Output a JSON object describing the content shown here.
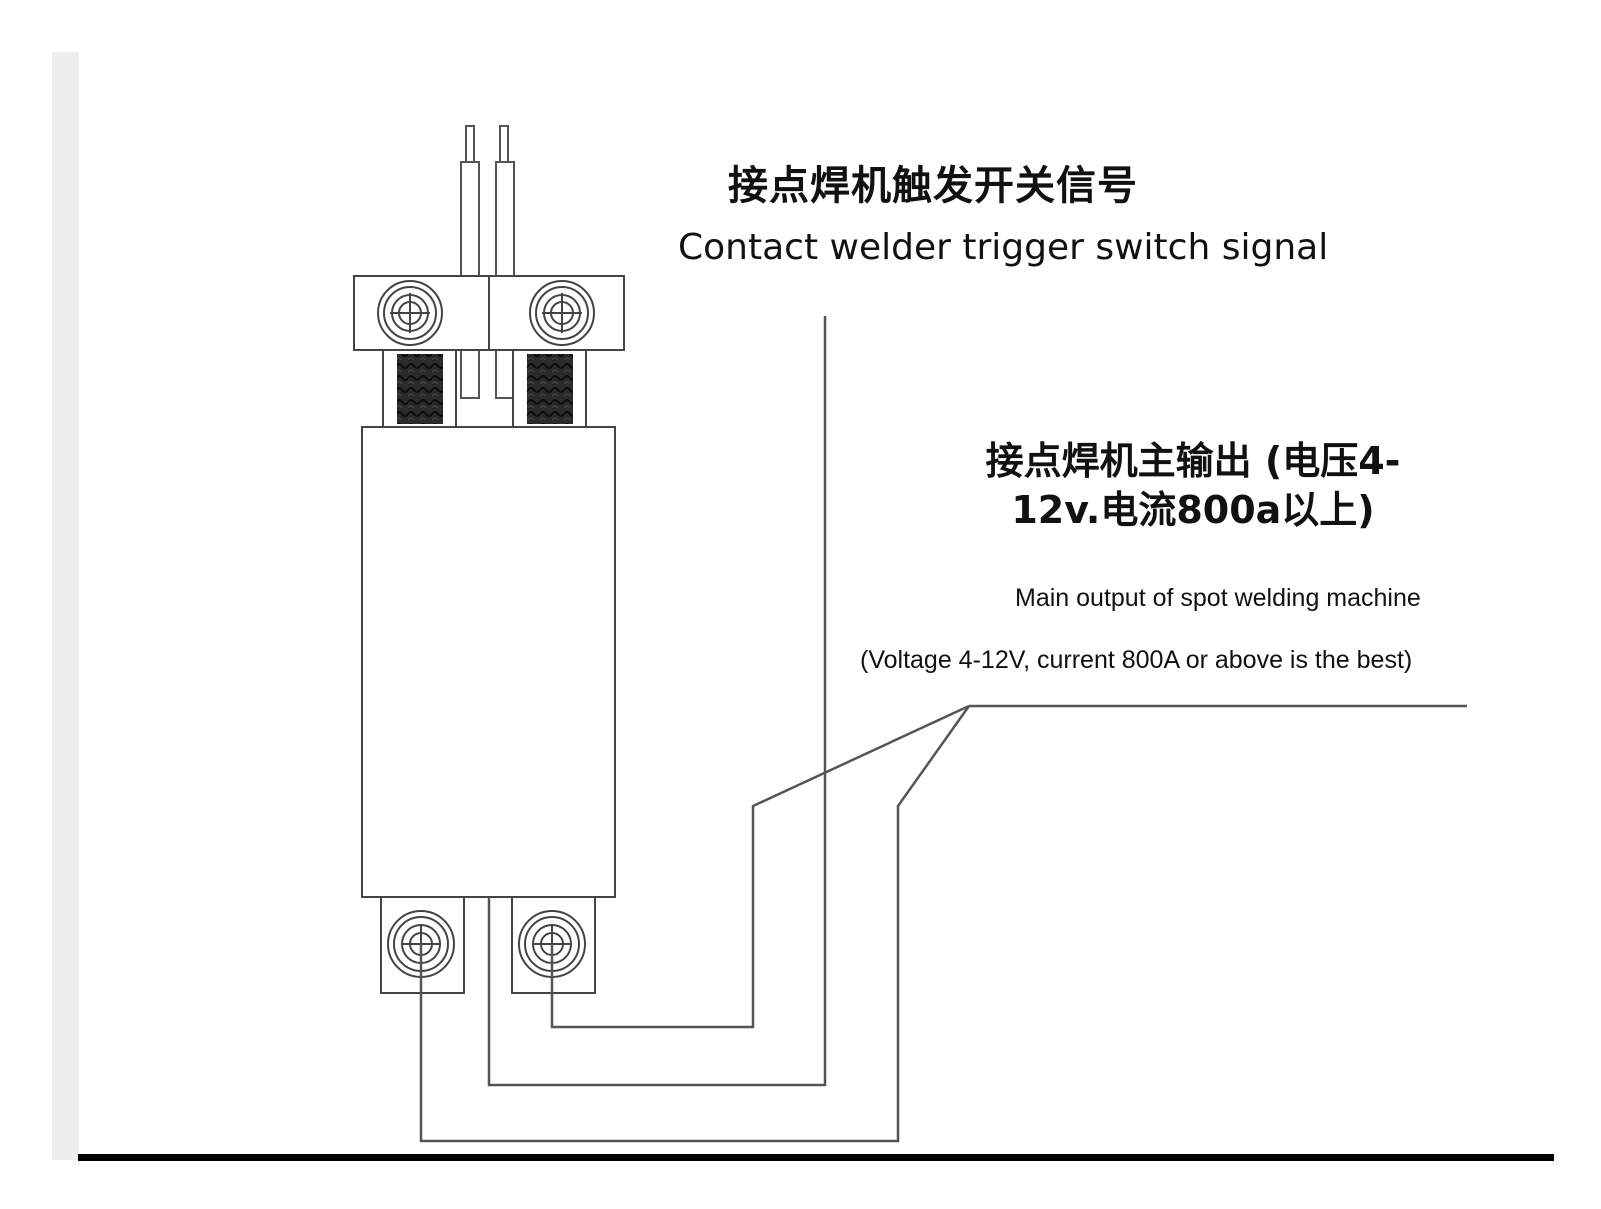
{
  "trigger_signal": {
    "title_cn": "接点焊机触发开关信号",
    "title_en": "Contact welder trigger switch signal"
  },
  "main_output": {
    "title_cn": "接点焊机主输出\n(电压4-12v.电流800a以上)",
    "title_en": "Main output of spot welding machine",
    "subtitle_en": "(Voltage 4-12V, current 800A or above is the best)"
  },
  "colors": {
    "line": "#555555",
    "coil": "#1f1f1f",
    "frame": "#444444",
    "background": "#ffffff",
    "strip": "#eeeeee",
    "rule": "#000000"
  },
  "icons": {
    "screw_terminal": "screw-terminal-icon",
    "coil": "coil-winding-icon"
  }
}
